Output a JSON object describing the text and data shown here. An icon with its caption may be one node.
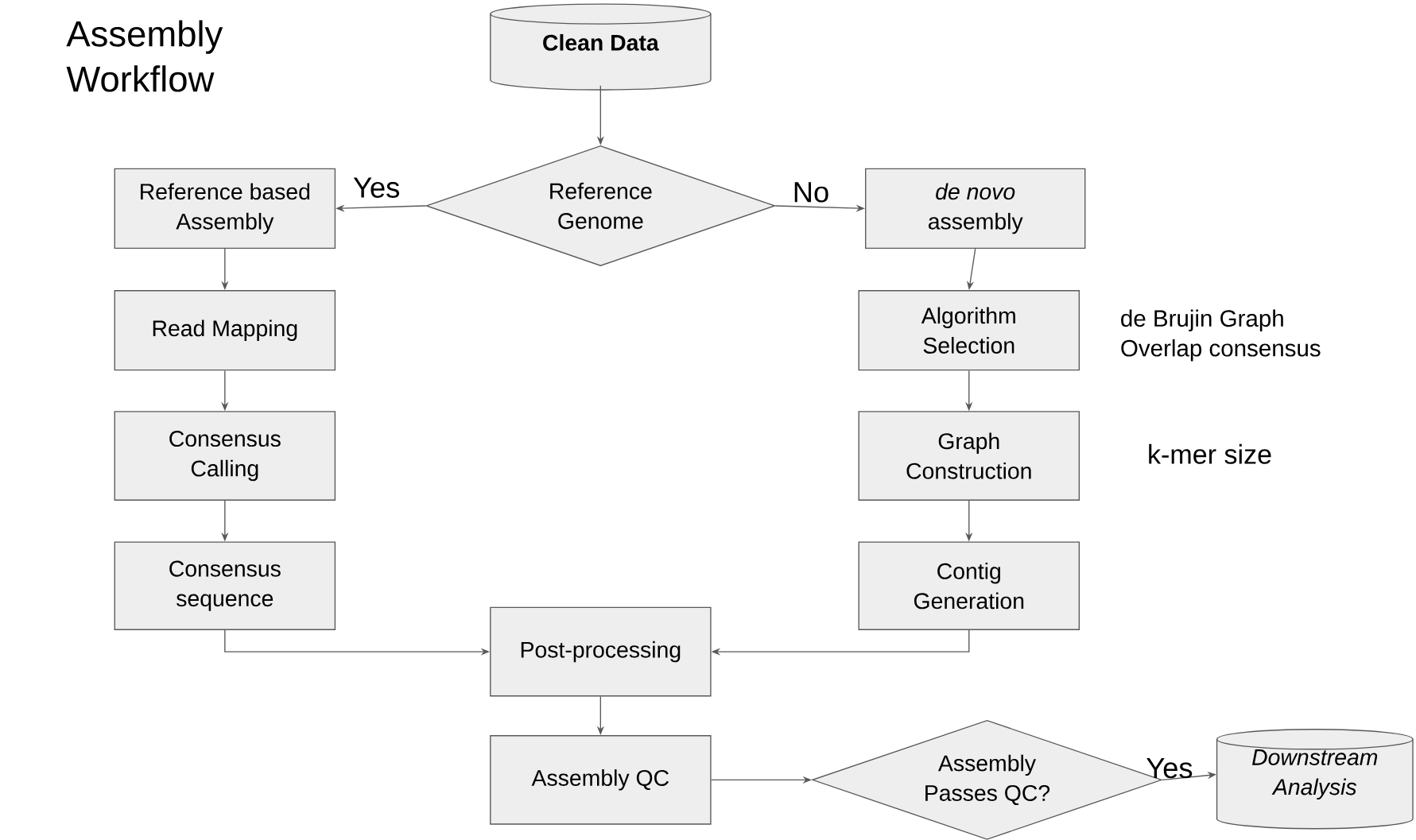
{
  "diagram": {
    "title": "Assembly Workflow",
    "nodes": [
      {
        "text": [
          "Clean Data"
        ]
      },
      {
        "text": [
          "Reference Genome"
        ]
      },
      {
        "text": [
          "Reference based Assembly"
        ]
      },
      {
        "text": [
          "*de novo* assembly"
        ]
      },
      {
        "text": [
          "Read Mapping"
        ]
      },
      {
        "text": [
          "Algorithm Selection"
        ],
        "beside": [
          "de Brujin Graph",
          "Overlap consensus"
        ]
      },
      {
        "text": [
          "Consensus Calling"
        ]
      },
      {
        "text": [
          "Graph Construction"
        ],
        "beside": [
          "k-mer size"
        ]
      },
      {
        "text": [
          "Consensus sequence"
        ]
      },
      {
        "text": [
          "Contig Generation"
        ]
      },
      {
        "text": [
          "Post-processing"
        ]
      },
      {
        "text": [
          "Assembly QC"
        ]
      },
      {
        "text": [
          "Assembly Passes QC?"
        ]
      },
      {
        "text": [
          "Downstream Analysis"
        ]
      }
    ],
    "edges": [
      {
        "from": 0,
        "to": 1,
        "arrow": "to"
      },
      {
        "from": 1,
        "to": 2,
        "arrow": "to",
        "label": "Yes"
      },
      {
        "from": 1,
        "to": 3,
        "arrow": "to",
        "label": "No"
      },
      {
        "from": 2,
        "to": 4,
        "arrow": "to"
      },
      {
        "from": 4,
        "to": 6,
        "arrow": "to"
      },
      {
        "from": 6,
        "to": 8,
        "arrow": "to"
      },
      {
        "from": 3,
        "to": 5,
        "arrow": "to"
      },
      {
        "from": 5,
        "to": 7,
        "arrow": "to"
      },
      {
        "from": 7,
        "to": 9,
        "arrow": "to"
      },
      {
        "from": 8,
        "to": 10,
        "arrow": "to"
      },
      {
        "from": 9,
        "to": 10,
        "arrow": "to"
      },
      {
        "from": 10,
        "to": 11,
        "arrow": "to"
      },
      {
        "from": 11,
        "to": 12,
        "arrow": "to"
      },
      {
        "from": 12,
        "to": 13,
        "arrow": "to",
        "label": "Yes"
      }
    ]
  }
}
